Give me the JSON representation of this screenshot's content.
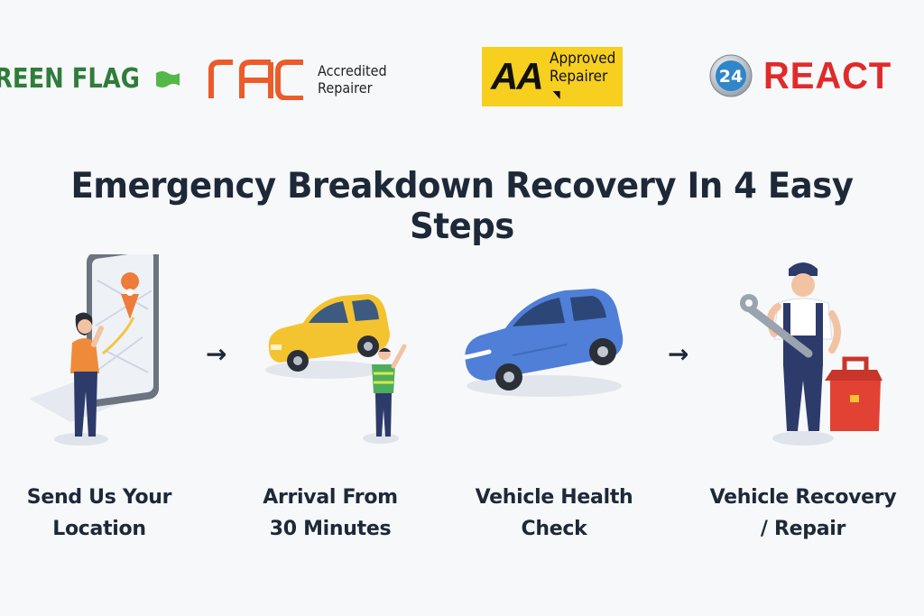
{
  "logos": {
    "green_flag": "REEN FLAG",
    "rac": {
      "mark": "RAC",
      "line1": "Accredited",
      "line2": "Repairer"
    },
    "aa": {
      "mark": "AA",
      "line1": "Approved",
      "line2": "Repairer"
    },
    "react": {
      "badge": "24",
      "name": "REACT"
    }
  },
  "headline": "Emergency Breakdown Recovery In 4 Easy Steps",
  "steps": [
    {
      "line1": "Send Us Your",
      "line2": "Location",
      "icon": "phone-location-icon"
    },
    {
      "line1": "Arrival From",
      "line2": "30 Minutes",
      "icon": "taxi-arrival-icon"
    },
    {
      "line1": "Vehicle Health",
      "line2": "Check",
      "icon": "car-icon"
    },
    {
      "line1": "Vehicle Recovery",
      "line2": "/ Repair",
      "icon": "mechanic-icon"
    }
  ],
  "arrows": [
    "→",
    "→"
  ],
  "colors": {
    "background": "#f7f8fa",
    "text": "#1d2838",
    "green_flag": "#2f7d3a",
    "rac": "#ec5b2a",
    "aa_yellow": "#f6cf1f",
    "react_red": "#e02b2b"
  }
}
